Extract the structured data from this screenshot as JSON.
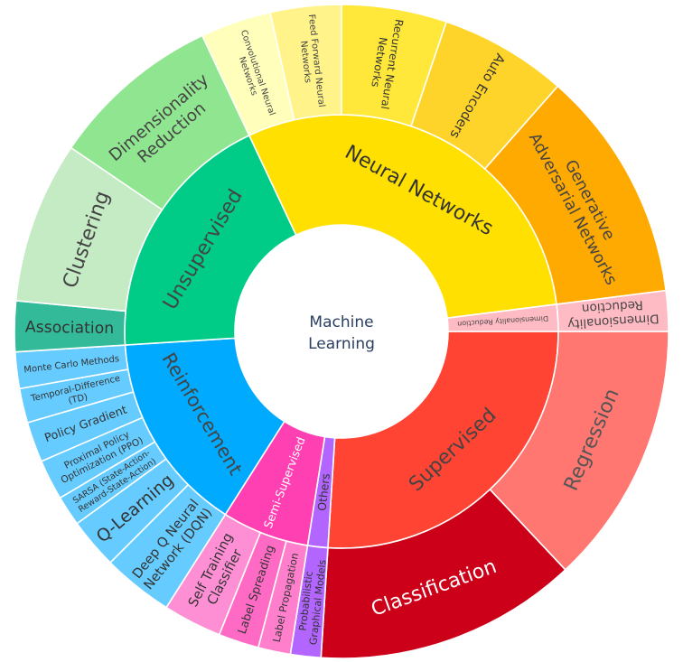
{
  "chart_data": {
    "type": "sunburst",
    "root": "Machine Learning",
    "root_lines": [
      "Machine",
      "Learning"
    ],
    "children": [
      {
        "name": "Supervised",
        "value": 26,
        "color": "#ff4433",
        "label_color": "#444444",
        "children": [
          {
            "name": "Regression",
            "value": 13,
            "color": "#ff7770",
            "label_color": "#555555"
          },
          {
            "name": "Classification",
            "value": 13,
            "color": "#cc0019",
            "label_color": "#ffffff"
          }
        ]
      },
      {
        "name": "Others",
        "value": 1.5,
        "color": "#b266ff",
        "label_color": "#333333",
        "children": [
          {
            "name": "Probabilistic Graphical Models",
            "lines": [
              "Probabilistic",
              "Graphical Models"
            ],
            "value": 1.5,
            "color": "#b266ff",
            "label_color": "#333333"
          }
        ]
      },
      {
        "name": "Semi-Supervised",
        "value": 6.5,
        "color": "#ff40b3",
        "label_color": "#ffffff",
        "children": [
          {
            "name": "Label Propagation",
            "value": 1.6,
            "color": "#ff7fcc",
            "label_color": "#333333"
          },
          {
            "name": "Label Spreading",
            "value": 2,
            "color": "#ff6bc4",
            "label_color": "#333333"
          },
          {
            "name": "Self Training Classifier",
            "lines": [
              "Self Training",
              "Classifier"
            ],
            "value": 2.9,
            "color": "#ff8fd4",
            "label_color": "#333333"
          }
        ]
      },
      {
        "name": "Reinforcement",
        "value": 15,
        "color": "#00aaff",
        "label_color": "#444444",
        "children": [
          {
            "name": "Deep Q Neural Network (DQN)",
            "lines": [
              "Deep Q Neural",
              "Network (DQN)"
            ],
            "value": 3.5,
            "color": "#66ccff",
            "label_color": "#333333"
          },
          {
            "name": "Q-Learning",
            "value": 2.5,
            "color": "#66ccff",
            "label_color": "#333333"
          },
          {
            "name": "SARSA (State-Action-Reward-State-Action)",
            "lines": [
              "SARSA (State-Action-",
              "Reward-State-Action)"
            ],
            "value": 1.5,
            "color": "#66ccff",
            "label_color": "#333333"
          },
          {
            "name": "Proximal Policy Optimization (PPO)",
            "lines": [
              "Proximal Policy",
              "Optimization (PPO)"
            ],
            "value": 2,
            "color": "#66ccff",
            "label_color": "#333333"
          },
          {
            "name": "Policy Gradient",
            "value": 2,
            "color": "#66ccff",
            "label_color": "#333333"
          },
          {
            "name": "Temporal-Difference (TD)",
            "lines": [
              "Temporal-Difference",
              "(TD)"
            ],
            "value": 1.7,
            "color": "#66ccff",
            "label_color": "#333333"
          },
          {
            "name": "Monte Carlo Methods",
            "value": 1.8,
            "color": "#66ccff",
            "label_color": "#333333"
          }
        ]
      },
      {
        "name": "Unsupervised",
        "value": 19,
        "color": "#00cc88",
        "label_color": "#444444",
        "children": [
          {
            "name": "Association",
            "value": 2.5,
            "color": "#33bb99",
            "label_color": "#333333"
          },
          {
            "name": "Clustering",
            "value": 8,
            "color": "#c4ebc4",
            "label_color": "#444444"
          },
          {
            "name": "Dimensionality Reduction",
            "lines": [
              "Dimensionality",
              "Reduction"
            ],
            "value": 8.5,
            "color": "#90e690",
            "label_color": "#444444"
          }
        ]
      },
      {
        "name": "Neural Networks",
        "value": 30,
        "color": "#ffe000",
        "label_color": "#333333",
        "children": [
          {
            "name": "Convolutional Neural Networks",
            "lines": [
              "Convolutional Neural",
              "Networks"
            ],
            "value": 3.5,
            "color": "#ffffbb",
            "label_color": "#444444"
          },
          {
            "name": "Feed Forward Neural Networks",
            "lines": [
              "Feed Forward Neural",
              "Networks"
            ],
            "value": 3.5,
            "color": "#fff38a",
            "label_color": "#444444"
          },
          {
            "name": "Recurrent Neural Networks",
            "lines": [
              "Recurrent Neural",
              "Networks"
            ],
            "value": 5.2,
            "color": "#ffe83a",
            "label_color": "#333333"
          },
          {
            "name": "Auto Encoders",
            "value": 6.3,
            "color": "#ffd42a",
            "label_color": "#333333"
          },
          {
            "name": "Generative Adversarial Networks",
            "lines": [
              "Generative",
              "Adversarial Networks"
            ],
            "value": 11.5,
            "color": "#ffaa00",
            "label_color": "#444444"
          }
        ]
      },
      {
        "name": "Dimensionality Reduction",
        "value": 2,
        "color": "#ffbbc4",
        "label_color": "#444444",
        "children": [
          {
            "name": "Dimensionality Reduction",
            "lines": [
              "Dimensionality",
              "Reduction"
            ],
            "value": 2,
            "color": "#ffbbc4",
            "label_color": "#444444"
          }
        ]
      }
    ]
  }
}
